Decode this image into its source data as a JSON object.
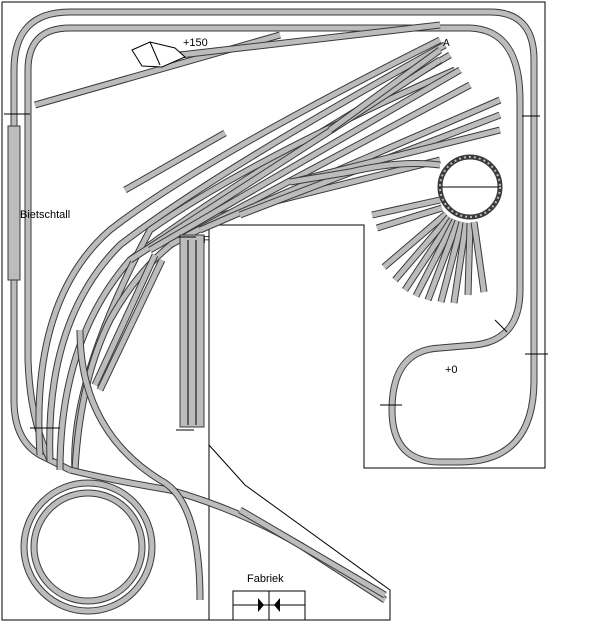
{
  "labels": {
    "station_name": "Bietschtall",
    "elevation_high": "+150",
    "elevation_low": "+0",
    "factory": "Fabriek",
    "marker_a": "A",
    "marker_f": "F"
  },
  "colors": {
    "track_outline": "#3a3a3a",
    "track_fill": "#bcbcbc",
    "board_outline": "#000000",
    "background": "#ffffff"
  }
}
